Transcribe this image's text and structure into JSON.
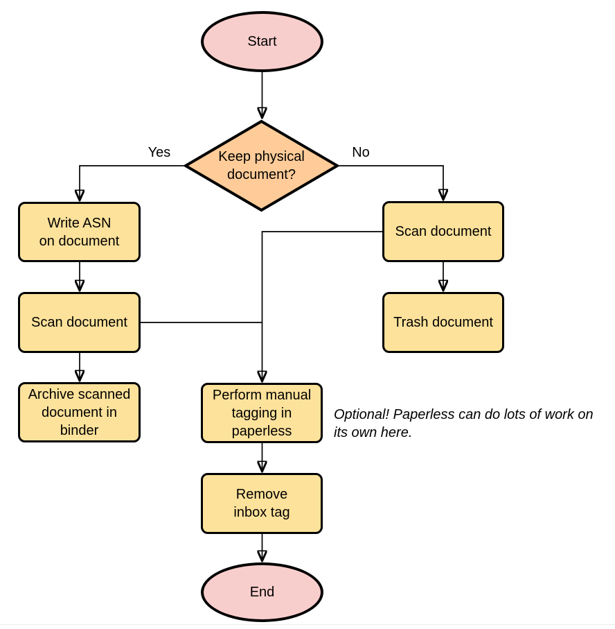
{
  "colors": {
    "terminator-fill": "#F8CECC",
    "decision-fill": "#FFCC99",
    "process-fill": "#FDE29B",
    "stroke": "#000000",
    "separator": "#ECECEC"
  },
  "nodes": {
    "start": {
      "label": "Start"
    },
    "decision": {
      "label": "Keep physical\ndocument?"
    },
    "write_asn": {
      "label": "Write ASN\non document"
    },
    "scan_left": {
      "label": "Scan document"
    },
    "archive": {
      "label": "Archive scanned\ndocument in\nbinder"
    },
    "scan_right": {
      "label": "Scan document"
    },
    "trash": {
      "label": "Trash document"
    },
    "tagging": {
      "label": "Perform manual\ntagging in\npaperless"
    },
    "remove_inbox": {
      "label": "Remove\ninbox tag"
    },
    "end": {
      "label": "End"
    }
  },
  "edge_labels": {
    "yes": "Yes",
    "no": "No"
  },
  "note": {
    "line1": "Optional! Paperless can do lots of work on",
    "line2": "its own here."
  }
}
